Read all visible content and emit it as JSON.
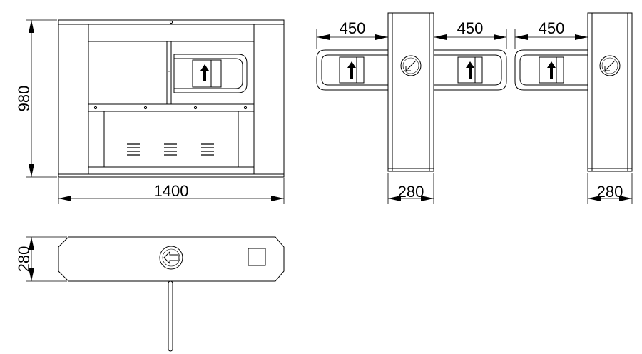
{
  "dimensions": {
    "front_height": "980",
    "front_width": "1400",
    "side_arm_left": "450",
    "side_arm_mid": "450",
    "side_arm_right": "450",
    "side_depth_left": "280",
    "side_depth_right": "280",
    "top_depth": "280"
  },
  "colors": {
    "line": "#000000",
    "background": "#ffffff"
  },
  "icons": {
    "up_arrow": "up-arrow-icon",
    "direction_indicator": "diagonal-arrow-indicator-icon",
    "left_arrow_indicator": "left-arrow-indicator-icon"
  }
}
